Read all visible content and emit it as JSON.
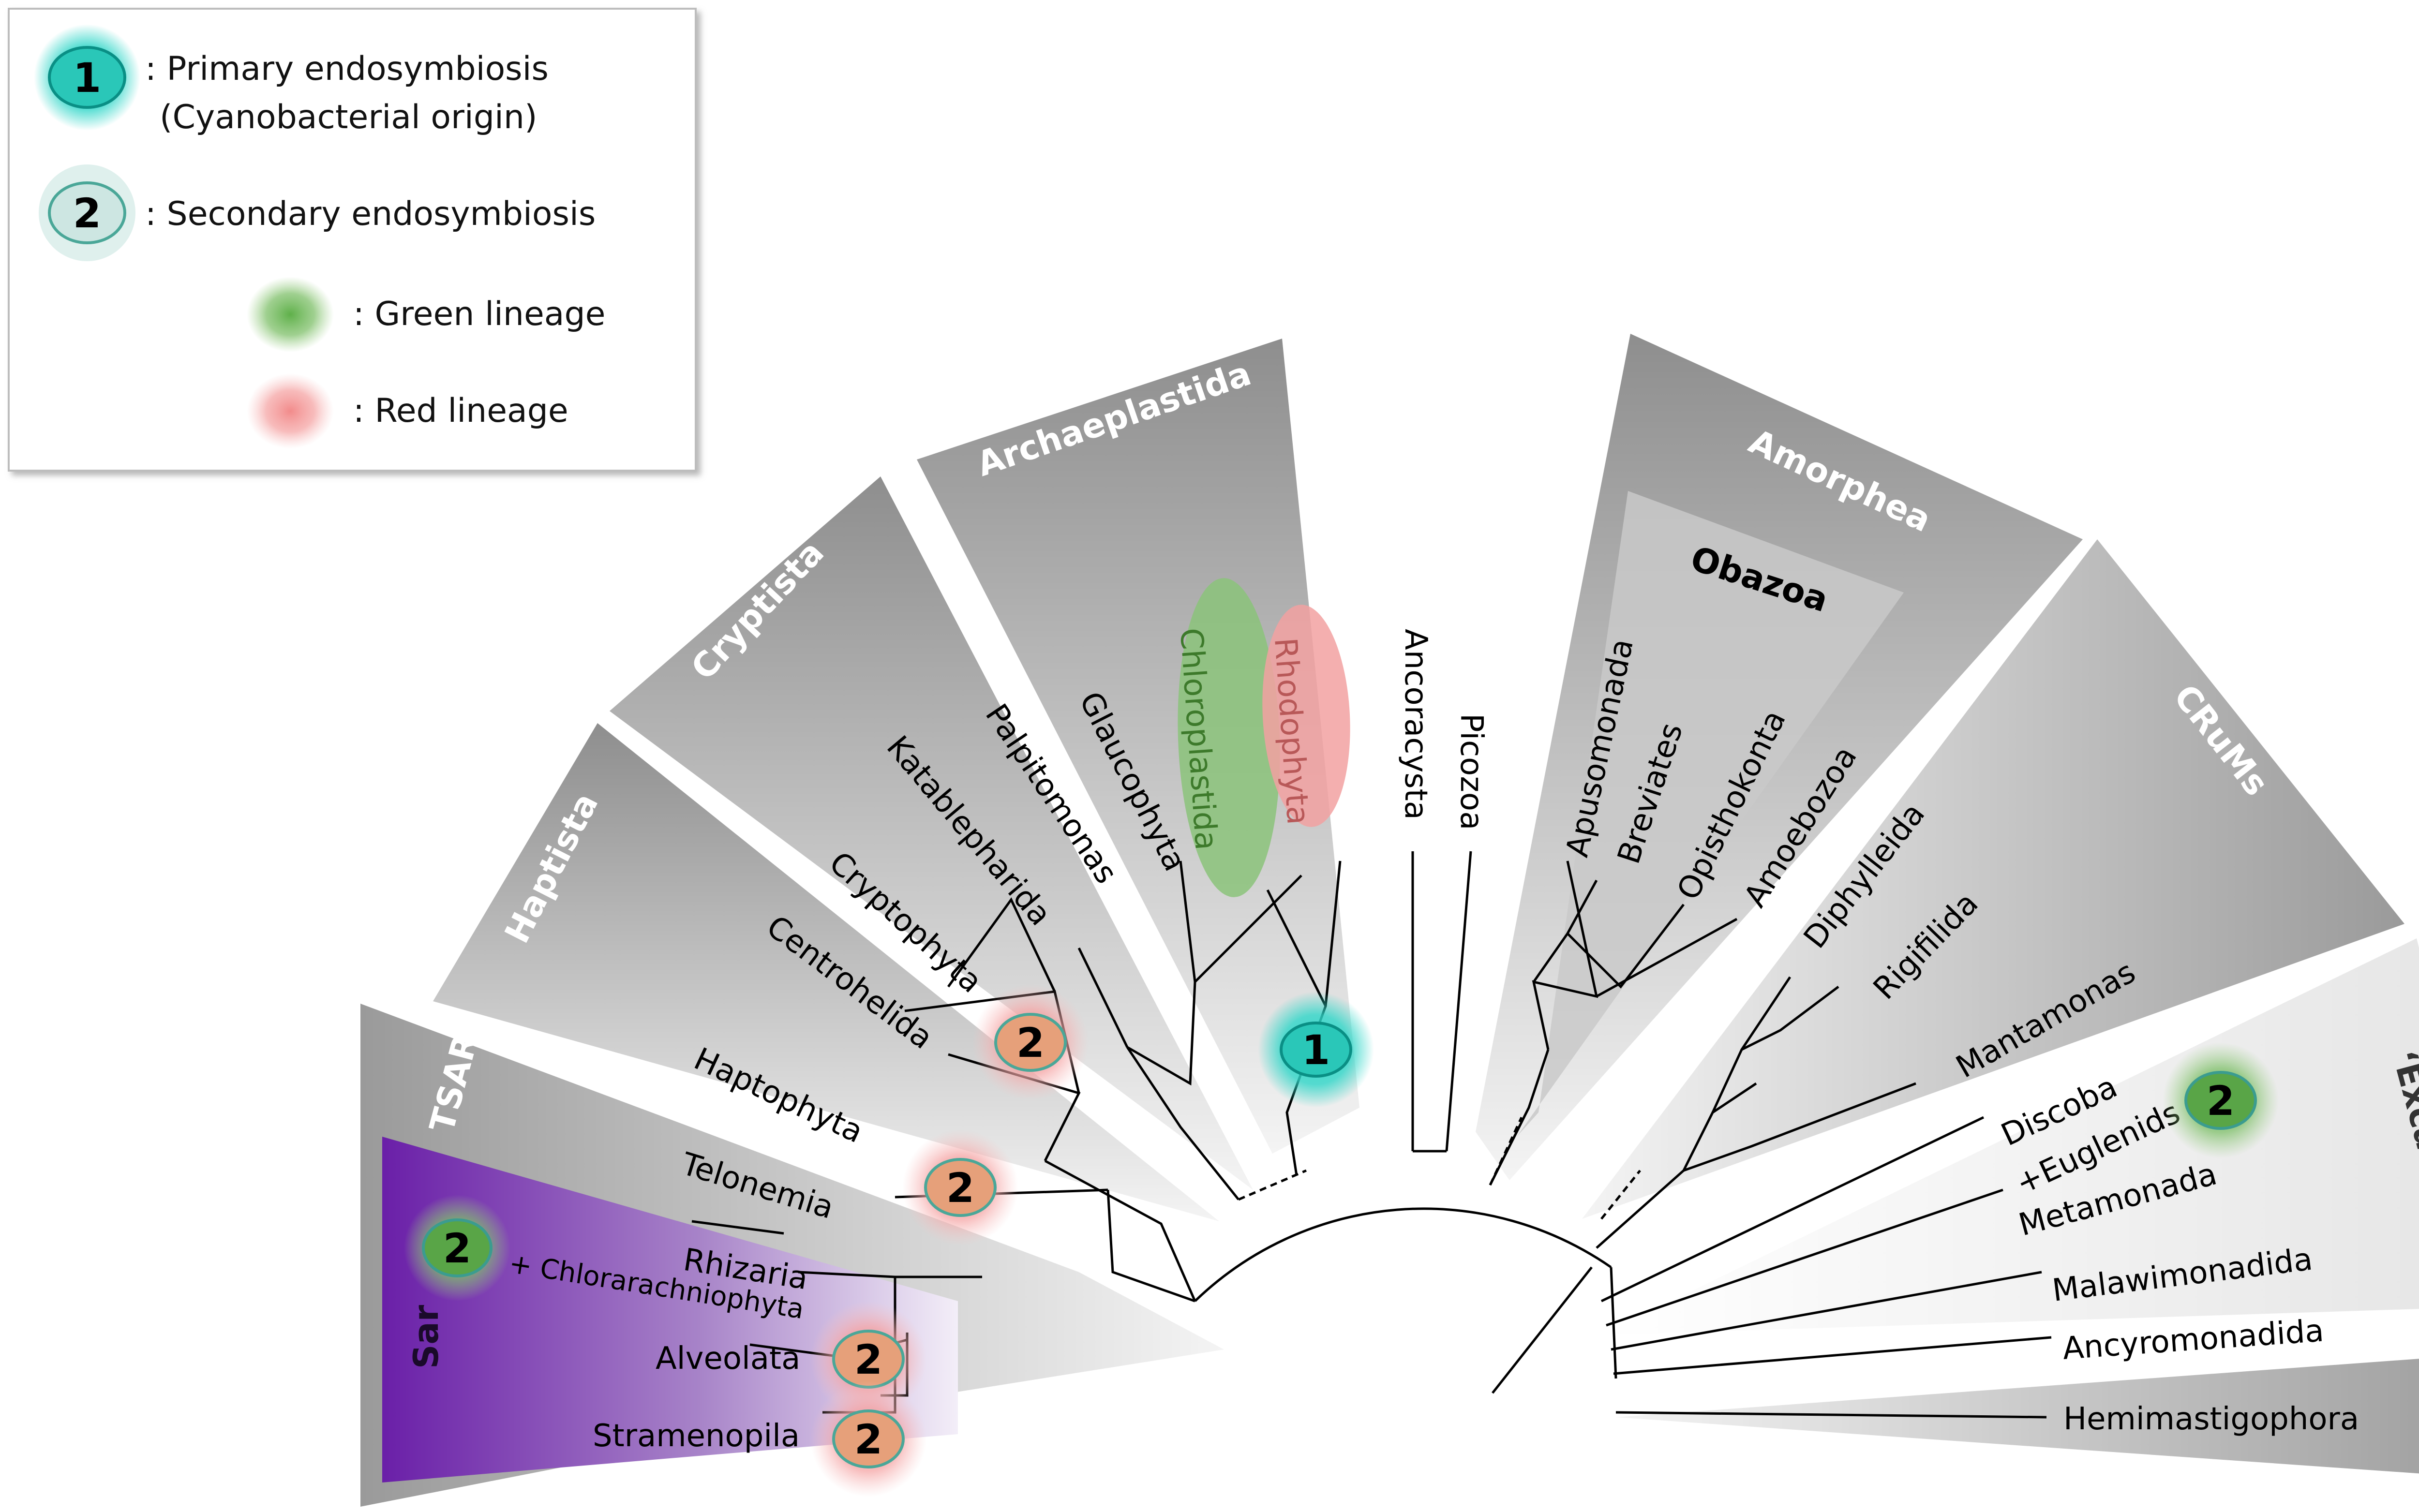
{
  "legend": {
    "primary_number": "1",
    "primary_label_line1": ": Primary endosymbiosis",
    "primary_label_line2": "(Cyanobacterial origin)",
    "secondary_number": "2",
    "secondary_label": ": Secondary endosymbiosis",
    "green_label": ": Green lineage",
    "red_label": ": Red lineage"
  },
  "colors": {
    "primary_cyan": "#2fd6c8",
    "green": "#5fb04a",
    "red": "#f07f7f",
    "sar_purple": "#6a2aa6",
    "wedge_gray": "#9a9a9a"
  },
  "clades": {
    "tsar": "TSAR",
    "sar": "Sar",
    "haptista": "Haptista",
    "cryptista": "Cryptista",
    "archaeplastida": "Archaeplastida",
    "amorphea": "Amorphea",
    "obazoa": "Obazoa",
    "crums": "CRuMs",
    "excavates": "‘Excavates’"
  },
  "taxa": {
    "stramenopila": "Stramenopila",
    "alveolata": "Alveolata",
    "rhizaria": "Rhizaria",
    "chlorarachniophyta": "+ Chlorarachniophyta",
    "telonemia": "Telonemia",
    "haptophyta": "Haptophyta",
    "centrohelida": "Centrohelida",
    "cryptophyta": "Cryptophyta",
    "katablepharida": "Katablepharida",
    "palpitomonas": "Palpitomonas",
    "glaucophyta": "Glaucophyta",
    "chloroplastida": "Chloroplastida",
    "rhodophyta": "Rhodophyta",
    "ancoracysta": "Ancoracysta",
    "picozoa": "Picozoa",
    "apusomonada": "Apusomonada",
    "breviates": "Breviates",
    "opisthokonta": "Opisthokonta",
    "amoebozoa": "Amoebozoa",
    "diphylleida": "Diphylleida",
    "rigifilida": "Rigifilida",
    "mantamonas": "Mantamonas",
    "discoba": "Discoba",
    "euglenids": "+Euglenids",
    "metamonada": "Metamonada",
    "malawimonadida": "Malawimonadida",
    "ancyromonadida": "Ancyromonadida",
    "hemimastigophora": "Hemimastigophora"
  },
  "badges": {
    "primary": "1",
    "secondary": "2"
  }
}
